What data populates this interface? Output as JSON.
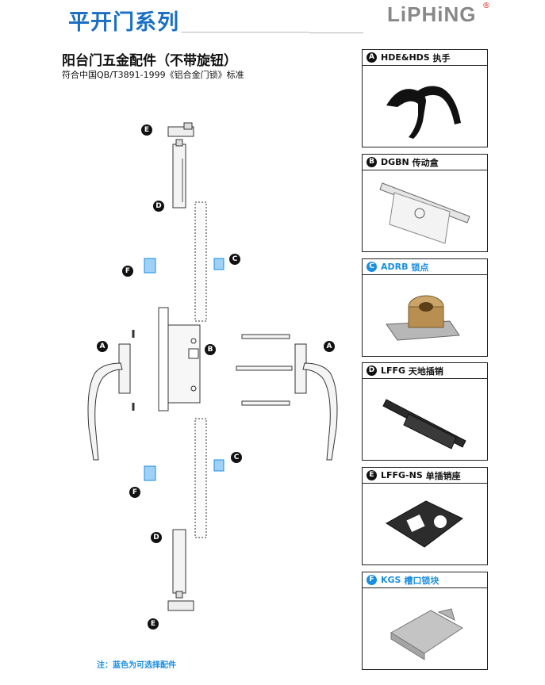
{
  "header": {
    "title": "平开门系列",
    "brand": "LiPHiNG",
    "brand_mark": "®"
  },
  "main": {
    "title": "阳台门五金配件（不带旋钮）",
    "standard": "符合中国QB/T3891-1999《铝合金门锁》标准"
  },
  "diagram": {
    "labels": [
      "E",
      "D",
      "F",
      "C",
      "A",
      "B",
      "A",
      "C",
      "F",
      "D",
      "E"
    ]
  },
  "panels": [
    {
      "letter": "A",
      "code": "HDE&HDS",
      "name": "执手",
      "highlight": false,
      "icon": "handle-icon"
    },
    {
      "letter": "B",
      "code": "DGBN",
      "name": "传动盒",
      "highlight": false,
      "icon": "gearbox-icon"
    },
    {
      "letter": "C",
      "code": "ADRB",
      "name": "锁点",
      "highlight": true,
      "icon": "lock-point-icon"
    },
    {
      "letter": "D",
      "code": "LFFG",
      "name": "天地插销",
      "highlight": false,
      "icon": "bolt-icon"
    },
    {
      "letter": "E",
      "code": "LFFG-NS",
      "name": "单插销座",
      "highlight": false,
      "icon": "bolt-seat-icon"
    },
    {
      "letter": "F",
      "code": "KGS",
      "name": "槽口锁块",
      "highlight": true,
      "icon": "slot-block-icon"
    }
  ],
  "note": "注：蓝色为可选择配件",
  "colors": {
    "accent": "#1a8ee0",
    "title_blue": "#1a6fc4",
    "text": "#111111"
  }
}
